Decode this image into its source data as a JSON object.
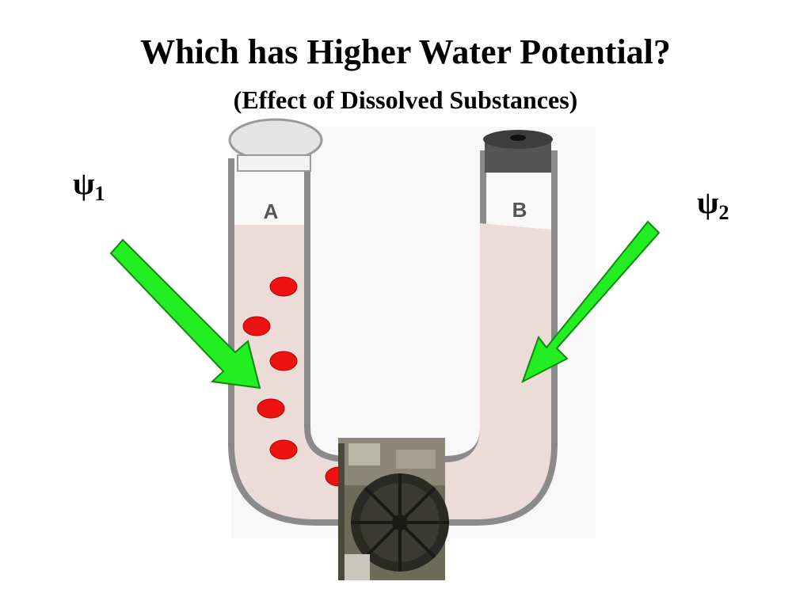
{
  "slide": {
    "title": "Which has Higher Water Potential?",
    "subtitle": "(Effect of Dissolved Substances)"
  },
  "tubes": {
    "left_label": "A",
    "right_label": "B",
    "solution_color": "#ecdcd8",
    "solute_color": "#ee1111"
  },
  "potentials": {
    "left": {
      "symbol": "ψ",
      "subscript": "1"
    },
    "right": {
      "symbol": "ψ",
      "subscript": "2"
    }
  },
  "arrow_color": "#22ee22"
}
